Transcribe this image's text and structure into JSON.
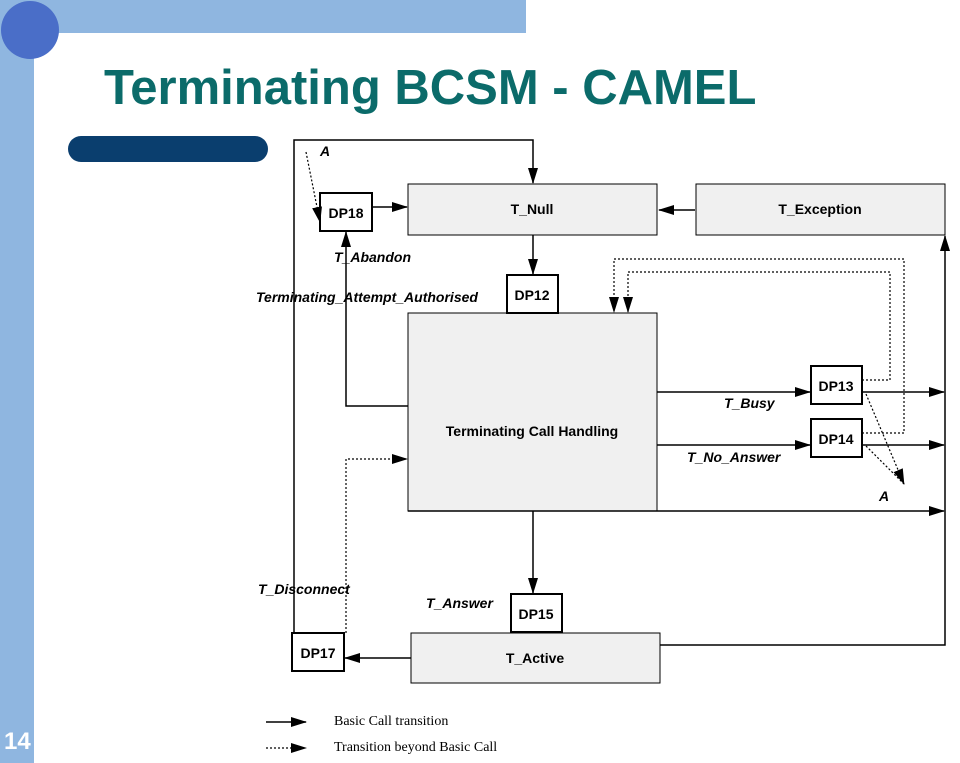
{
  "slide": {
    "title": "Terminating BCSM - CAMEL",
    "page_number": "14"
  },
  "diagram": {
    "states": {
      "t_null": "T_Null",
      "t_exception": "T_Exception",
      "terminating_call_handling": "Terminating Call Handling",
      "t_active": "T_Active"
    },
    "detection_points": {
      "dp12": "DP12",
      "dp13": "DP13",
      "dp14": "DP14",
      "dp15": "DP15",
      "dp17": "DP17",
      "dp18": "DP18"
    },
    "transitions": {
      "t_abandon": "T_Abandon",
      "terminating_attempt_authorised": "Terminating_Attempt_Authorised",
      "t_busy": "T_Busy",
      "t_no_answer": "T_No_Answer",
      "t_answer": "T_Answer",
      "t_disconnect": "T_Disconnect",
      "connector_a_top": "A",
      "connector_a_right": "A"
    },
    "legend": {
      "basic": "Basic Call transition",
      "beyond": "Transition beyond Basic Call"
    }
  }
}
